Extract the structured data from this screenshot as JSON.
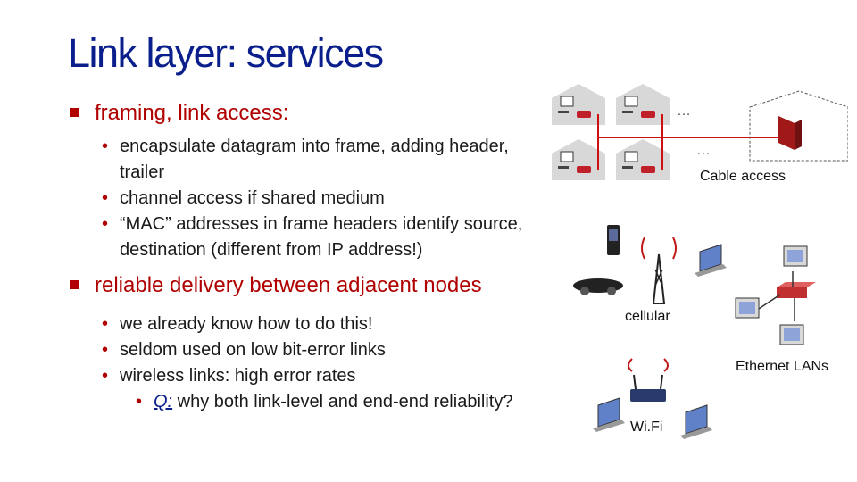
{
  "title": "Link layer: services",
  "sections": [
    {
      "heading": "framing, link access:",
      "items": [
        "encapsulate datagram into frame, adding header, trailer",
        "channel access if shared medium",
        "“MAC” addresses in frame headers identify source, destination (different from IP address!)"
      ]
    },
    {
      "heading": "reliable delivery between adjacent nodes",
      "items": [
        "we already know how to do this!",
        "seldom used on low bit-error links",
        "wireless links: high error rates"
      ],
      "sub_item": {
        "q_label": "Q:",
        "text": " why both link-level and end-end reliability?"
      }
    }
  ],
  "diagram_labels": {
    "cable": "Cable access",
    "cellular": "cellular",
    "ethernet": "Ethernet LANs",
    "wifi": "Wi.Fi",
    "ellipsis": "…"
  },
  "colors": {
    "title": "#0b1f8c",
    "accent": "#b00000",
    "cable_line": "#d01010",
    "house": "#d8d8d8"
  }
}
